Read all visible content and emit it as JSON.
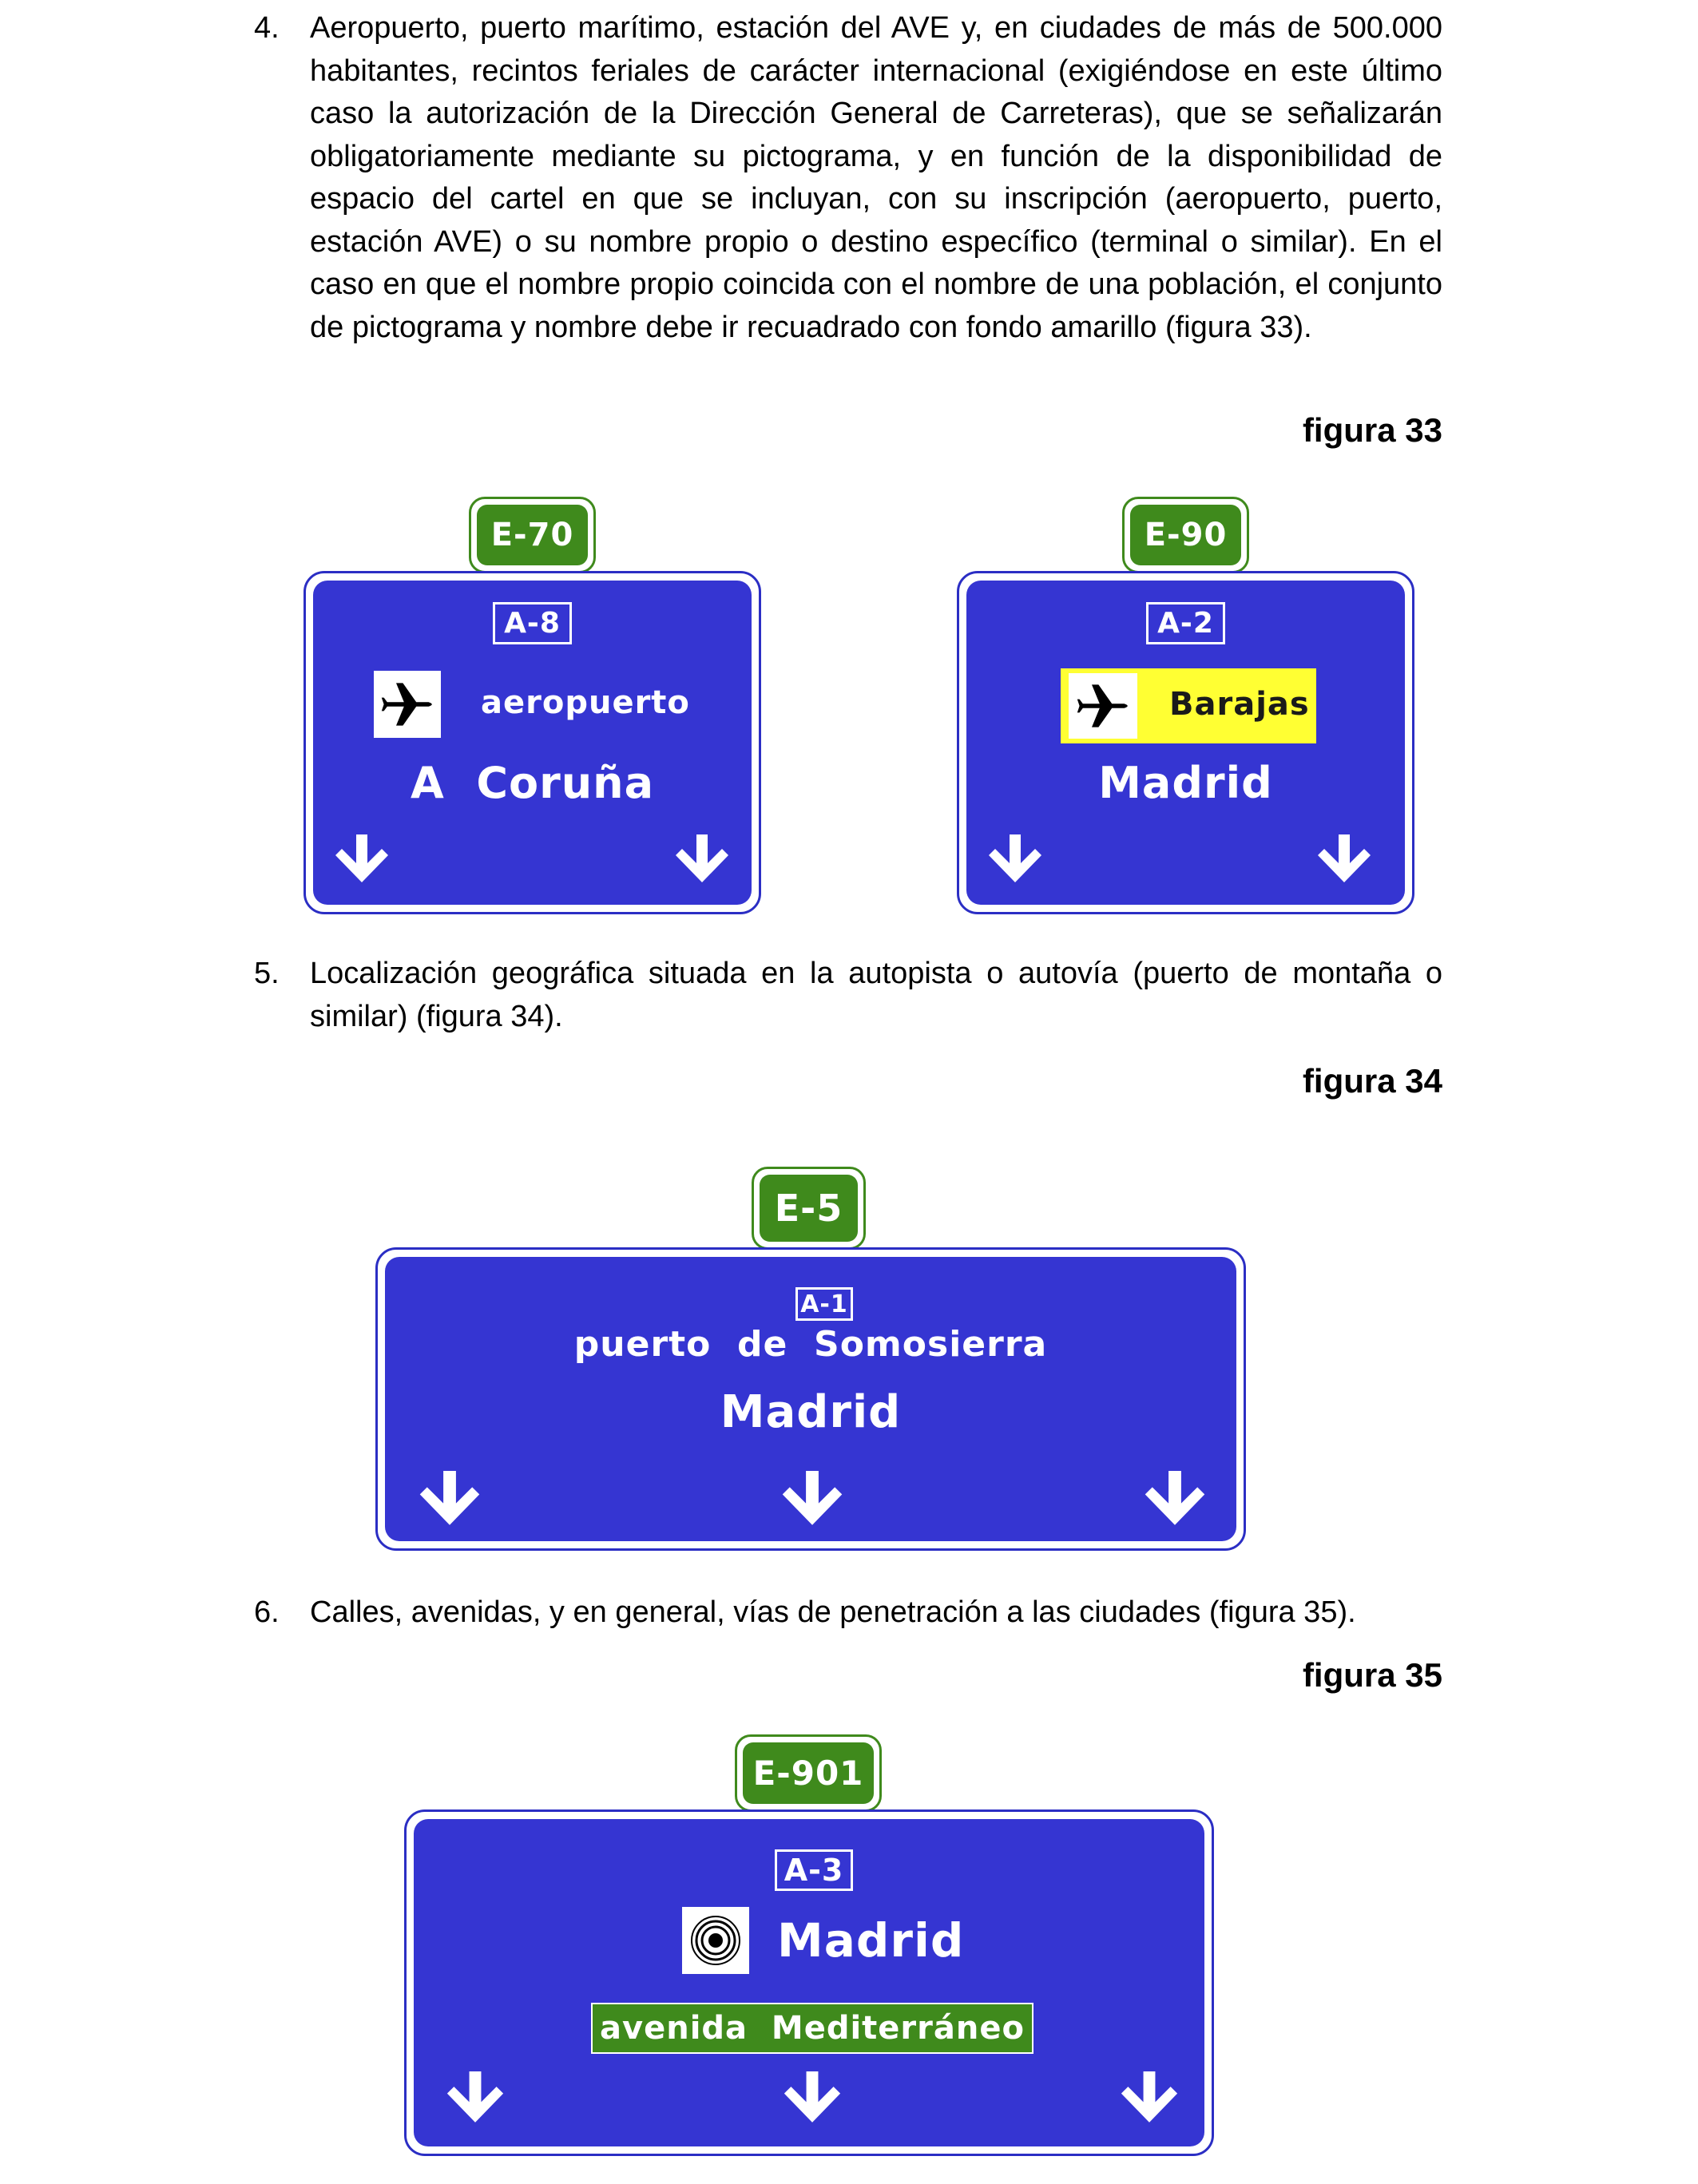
{
  "items": [
    {
      "number": "4.",
      "text": "Aeropuerto, puerto marítimo, estación del AVE y, en ciudades de más de 500.000 habitantes, recintos feriales de carácter internacional (exigiéndose en este último caso la autorización de la Dirección General de Carreteras), que se señalizarán obligatoriamente mediante su pictograma, y en función de la disponibilidad de espacio del cartel en que se incluyan, con su inscripción (aeropuerto, puerto, estación AVE) o su nombre propio o destino específico (terminal o similar). En el caso en que el nombre propio coincida con el nombre de una población, el conjunto de pictograma y nombre debe ir recuadrado con fondo amarillo (figura 33)."
    },
    {
      "number": "5.",
      "text": "Localización geográfica situada en la autopista o autovía (puerto de montaña o similar) (figura 34)."
    },
    {
      "number": "6.",
      "text": "Calles, avenidas, y en general, vías de penetración a las ciudades (figura 35)."
    }
  ],
  "figures": {
    "fig33": {
      "label": "figura 33",
      "sign_left": {
        "e_route": "E-70",
        "a_route": "A-8",
        "service": "aeropuerto",
        "destination": "A  Coruña"
      },
      "sign_right": {
        "e_route": "E-90",
        "a_route": "A-2",
        "service": "Barajas",
        "destination": "Madrid"
      }
    },
    "fig34": {
      "label": "figura 34",
      "sign": {
        "e_route": "E-5",
        "a_route": "A-1",
        "location": "puerto  de  Somosierra",
        "destination": "Madrid"
      }
    },
    "fig35": {
      "label": "figura 35",
      "sign": {
        "e_route": "E-901",
        "a_route": "A-3",
        "destination": "Madrid",
        "street": "avenida  Mediterráneo"
      }
    }
  },
  "colors": {
    "sign_blue": "#3535d2",
    "route_green": "#3f8a1c",
    "highlight_yellow": "#ffff33"
  },
  "icons": {
    "airplane": "airplane-icon",
    "city": "city-center-icon",
    "arrow": "arrow-down-icon"
  }
}
